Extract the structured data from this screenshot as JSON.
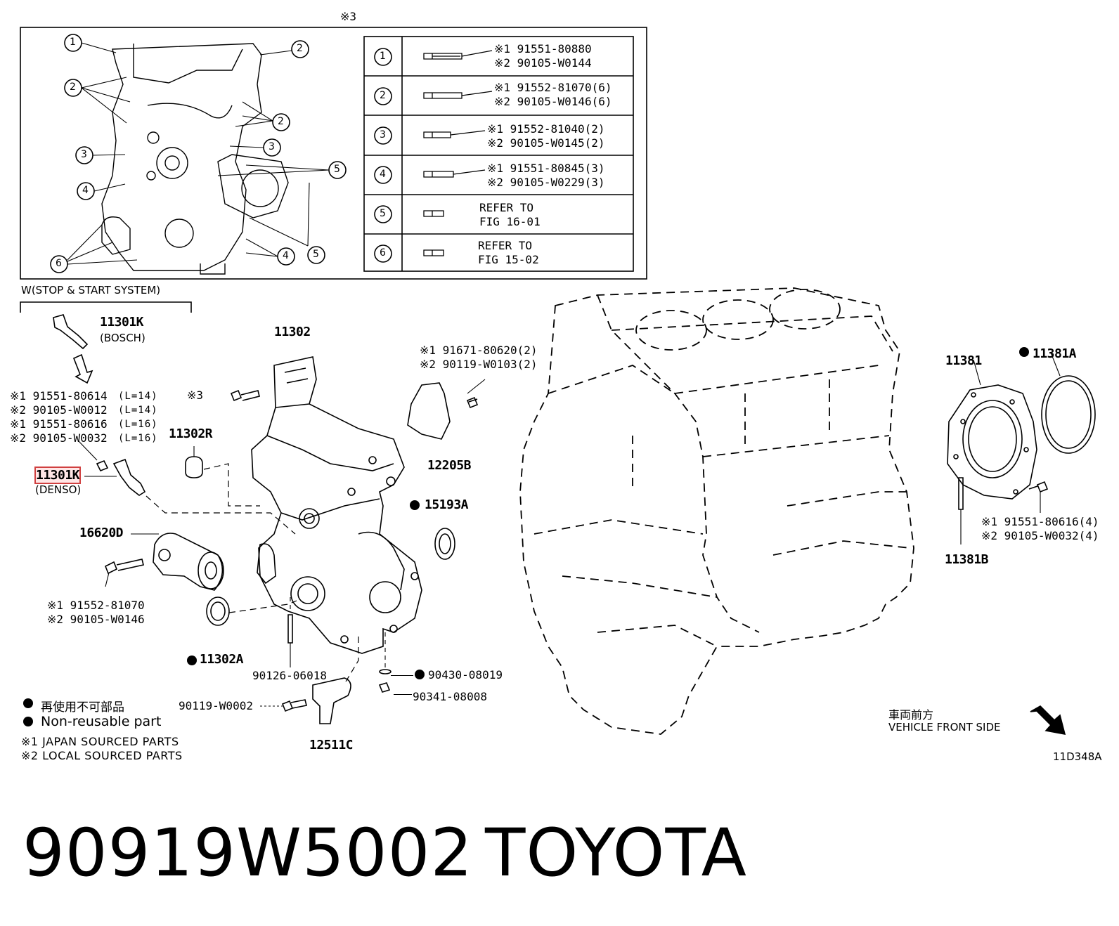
{
  "inset": {
    "title": "※3",
    "callouts": [
      "1",
      "2",
      "2",
      "2",
      "3",
      "3",
      "4",
      "4",
      "5",
      "5",
      "6"
    ],
    "table": [
      {
        "no": "1",
        "line1": "※1 91551-80880",
        "line2": "※2 90105-W0144"
      },
      {
        "no": "2",
        "line1": "※1 91552-81070(6)",
        "line2": "※2 90105-W0146(6)"
      },
      {
        "no": "3",
        "line1": "※1 91552-81040(2)",
        "line2": "※2 90105-W0145(2)"
      },
      {
        "no": "4",
        "line1": "※1 91551-80845(3)",
        "line2": "※2 90105-W0229(3)"
      },
      {
        "no": "5",
        "line1": "REFER TO",
        "line2": "FIG 16-01"
      },
      {
        "no": "6",
        "line1": "REFER TO",
        "line2": "FIG 15-02"
      }
    ]
  },
  "stop_start": {
    "label": "W(STOP & START SYSTEM)"
  },
  "parts": {
    "p11301K": "11301K",
    "bosch": "(BOSCH)",
    "bolts_L": [
      "※1 91551-80614",
      "※2 90105-W0012",
      "※1 91551-80616",
      "※2 90105-W0032"
    ],
    "bolts_Lsize": [
      "(L=14)",
      "(L=14)",
      "(L=16)",
      "(L=16)"
    ],
    "p11301K_denso": "11301K",
    "denso": "(DENSO)",
    "p11302": "11302",
    "star3": "※3",
    "p11302R": "11302R",
    "p16620D": "16620D",
    "bolt_16620": [
      "※1 91552-81070",
      "※2 90105-W0146"
    ],
    "p11302A": "11302A",
    "p90126": "90126-06018",
    "p90119": "90119-W0002",
    "p12511C": "12511C",
    "bolt_12205": [
      "※1 91671-80620(2)",
      "※2 90119-W0103(2)"
    ],
    "p12205B": "12205B",
    "p15193A": "15193A",
    "p90430": "90430-08019",
    "p90341": "90341-08008",
    "p11381": "11381",
    "p11381A": "11381A",
    "bolt_11381": [
      "※1 91551-80616(4)",
      "※2 90105-W0032(4)"
    ],
    "p11381B": "11381B"
  },
  "legend": {
    "nonreuse_jp": "再使用不可部品",
    "nonreuse_en": "Non-reusable part",
    "japan": "※1  JAPAN SOURCED PARTS",
    "local": "※2  LOCAL SOURCED PARTS"
  },
  "front": {
    "jp": "車両前方",
    "en": "VEHICLE FRONT SIDE"
  },
  "fig_code": "11D348A",
  "footer": {
    "part_number": "90919W5002",
    "brand": "TOYOTA"
  }
}
